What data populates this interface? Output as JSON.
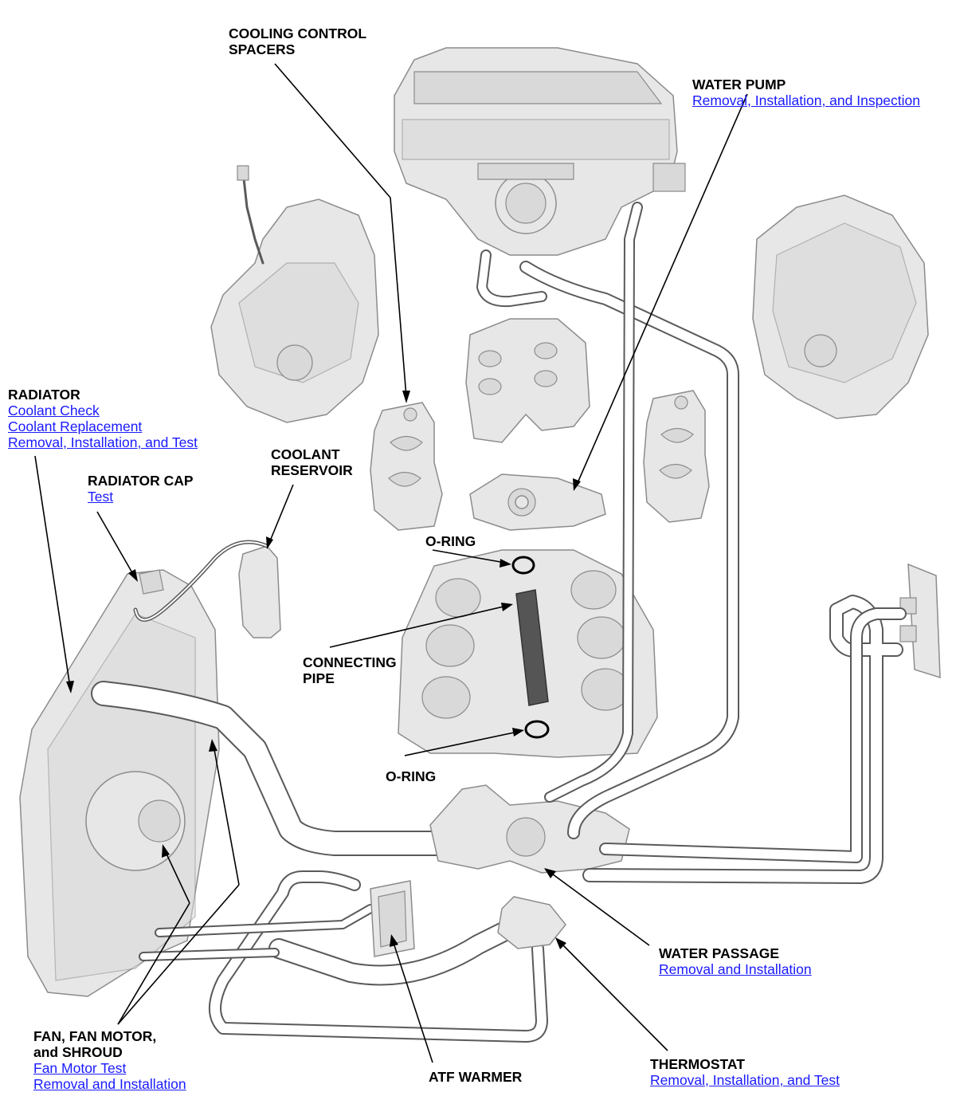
{
  "labels": {
    "cooling_control_spacers": {
      "title_1": "COOLING CONTROL",
      "title_2": "SPACERS"
    },
    "water_pump": {
      "title": "WATER PUMP",
      "link": "Removal, Installation, and Inspection"
    },
    "radiator": {
      "title": "RADIATOR",
      "links": [
        "Coolant Check",
        "Coolant Replacement",
        "Removal, Installation, and Test"
      ]
    },
    "radiator_cap": {
      "title": "RADIATOR CAP",
      "link": "Test"
    },
    "coolant_reservoir": {
      "title_1": "COOLANT",
      "title_2": "RESERVOIR"
    },
    "o_ring_top": {
      "title": "O-RING"
    },
    "connecting_pipe": {
      "title_1": "CONNECTING",
      "title_2": "PIPE"
    },
    "o_ring_bottom": {
      "title": "O-RING"
    },
    "water_passage": {
      "title": "WATER PASSAGE",
      "link": "Removal and Installation"
    },
    "fan": {
      "title_1": "FAN, FAN MOTOR,",
      "title_2": "and SHROUD",
      "links": [
        "Fan Motor Test",
        "Removal and Installation"
      ]
    },
    "atf_warmer": {
      "title": "ATF WARMER"
    },
    "thermostat": {
      "title": "THERMOSTAT",
      "link": "Removal, Installation, and Test"
    }
  },
  "colors": {
    "link": "#1a1aff",
    "part_fill": "#e7e7e7",
    "part_edge": "#8c8c8c",
    "hose_edge": "#5a5a5a"
  }
}
